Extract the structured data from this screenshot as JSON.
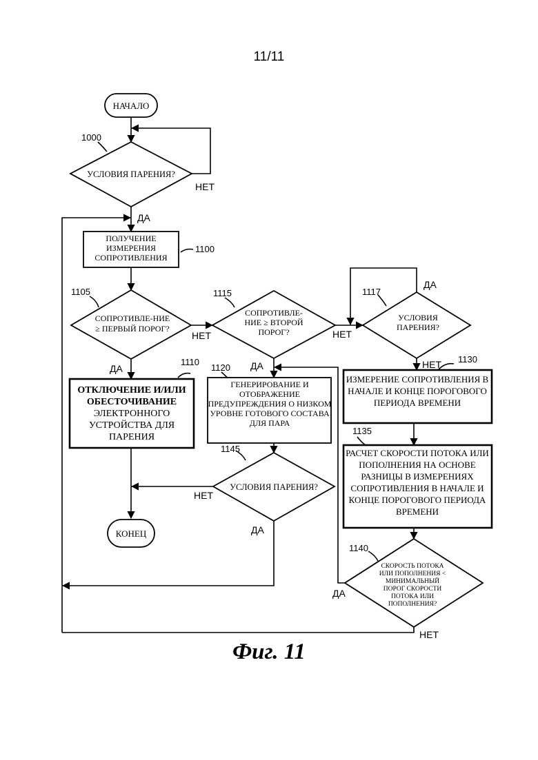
{
  "page_number": "11/11",
  "caption": "Фиг. 11",
  "yes": "ДА",
  "no": "НЕТ",
  "nodes": {
    "start": "НАЧАЛО",
    "end": "КОНЕЦ",
    "d1000": {
      "ref": "1000",
      "lines": [
        "УСЛОВИЯ ПАРЕНИЯ?"
      ]
    },
    "b1100": {
      "ref": "1100",
      "lines": [
        "ПОЛУЧЕНИЕ",
        "ИЗМЕРЕНИЯ",
        "СОПРОТИВЛЕНИЯ"
      ]
    },
    "d1105": {
      "ref": "1105",
      "lines": [
        "СОПРОТИВЛЕ-НИЕ",
        "≥ ПЕРВЫЙ ПОРОГ?"
      ]
    },
    "b1110": {
      "ref": "1110",
      "lines": [
        "ОТКЛЮЧЕНИЕ И/ИЛИ",
        "ОБЕСТОЧИВАНИЕ",
        "ЭЛЕКТРОННОГО",
        "УСТРОЙСТВА ДЛЯ",
        "ПАРЕНИЯ"
      ]
    },
    "d1115": {
      "ref": "1115",
      "lines": [
        "СОПРОТИВЛЕ-",
        "НИЕ ≥ ВТОРОЙ",
        "ПОРОГ?"
      ]
    },
    "b1120": {
      "ref": "1120",
      "lines": [
        "ГЕНЕРИРОВАНИЕ И",
        "ОТОБРАЖЕНИЕ",
        "ПРЕДУПРЕЖДЕНИЯ О НИЗКОМ",
        "УРОВНЕ ГОТОВОГО СОСТАВА",
        "ДЛЯ ПАРА"
      ]
    },
    "d1117": {
      "ref": "1117",
      "lines": [
        "УСЛОВИЯ",
        "ПАРЕНИЯ?"
      ]
    },
    "b1130": {
      "ref": "1130",
      "lines": [
        "ИЗМЕРЕНИЕ СОПРОТИВЛЕНИЯ В",
        "НАЧАЛЕ И КОНЦЕ ПОРОГОВОГО",
        "ПЕРИОДА ВРЕМЕНИ"
      ]
    },
    "b1135": {
      "ref": "1135",
      "lines": [
        "РАСЧЕТ СКОРОСТИ ПОТОКА ИЛИ",
        "ПОПОЛНЕНИЯ НА ОСНОВЕ",
        "РАЗНИЦЫ В ИЗМЕРЕНИЯХ",
        "СОПРОТИВЛЕНИЯ В НАЧАЛЕ И",
        "КОНЦЕ ПОРОГОВОГО ПЕРИОДА",
        "ВРЕМЕНИ"
      ]
    },
    "d1140": {
      "ref": "1140",
      "lines": [
        "СКОРОСТЬ ПОТОКА",
        "ИЛИ ПОПОЛНЕНИЯ <",
        "МИНИМАЛЬНЫЙ",
        "ПОРОГ СКОРОСТИ",
        "ПОТОКА ИЛИ",
        "ПОПОЛНЕНИЯ?"
      ]
    },
    "d1145": {
      "ref": "1145",
      "lines": [
        "УСЛОВИЯ ПАРЕНИЯ?"
      ]
    }
  }
}
